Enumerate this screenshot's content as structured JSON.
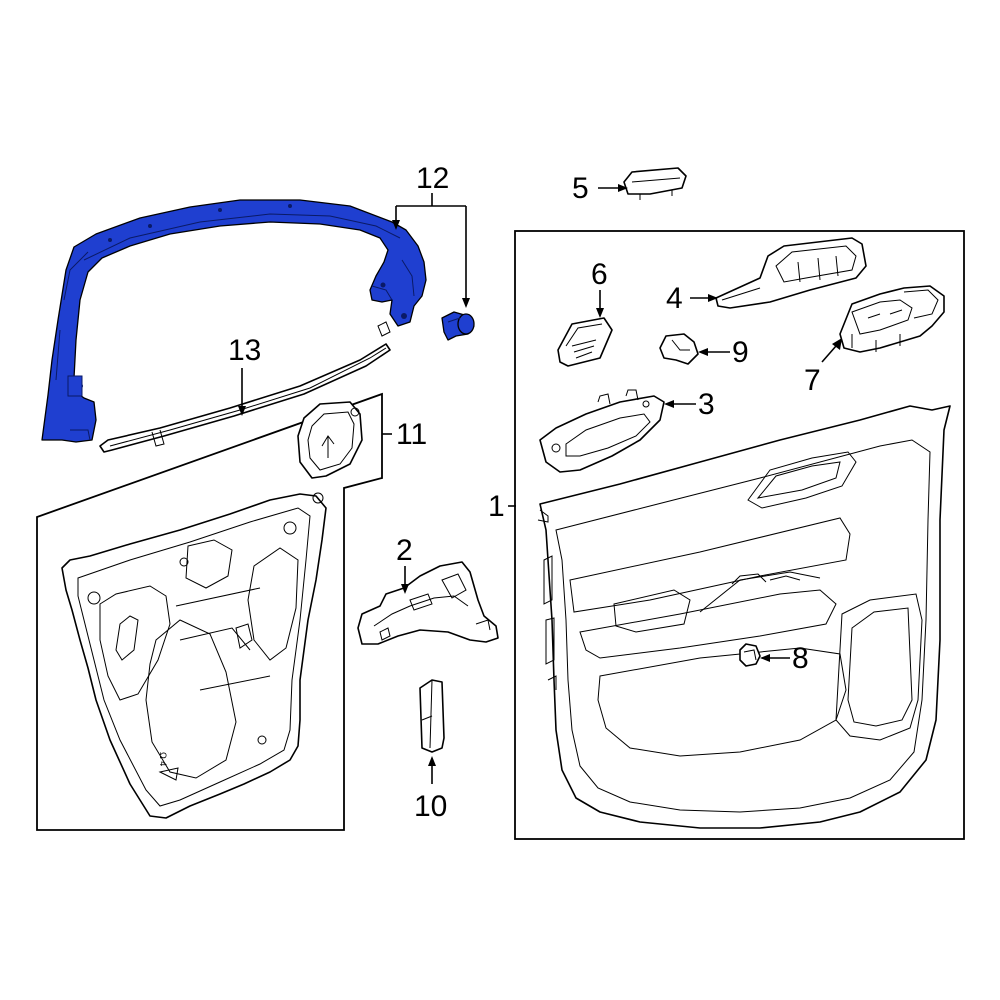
{
  "diagram": {
    "callouts": {
      "c1": "1",
      "c2": "2",
      "c3": "3",
      "c4": "4",
      "c5": "5",
      "c6": "6",
      "c7": "7",
      "c8": "8",
      "c9": "9",
      "c10": "10",
      "c11": "11",
      "c12": "12",
      "c13": "13"
    },
    "colors": {
      "highlight": "#1f3fd0",
      "line": "#000000",
      "background": "#ffffff"
    }
  }
}
